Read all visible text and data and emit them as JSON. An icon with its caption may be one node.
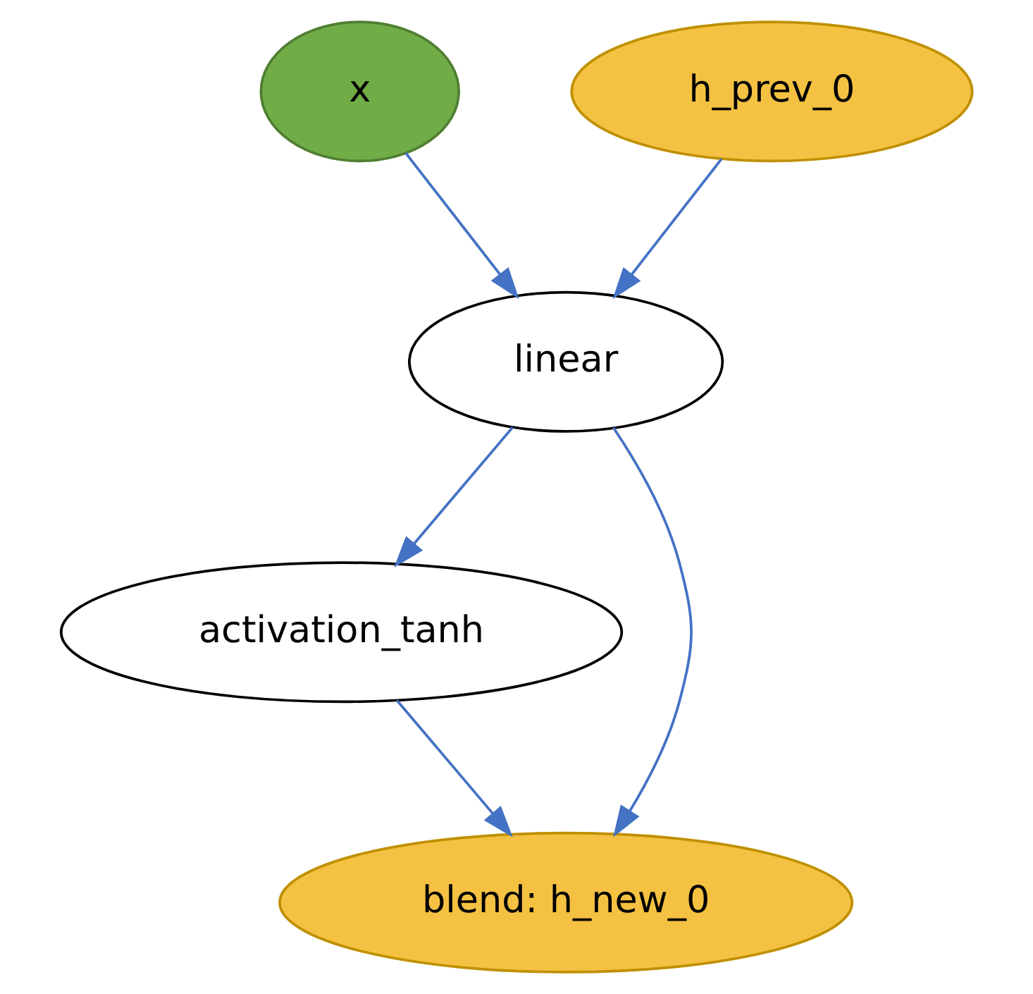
{
  "diagram": {
    "nodes": [
      {
        "text": [
          "x"
        ]
      },
      {
        "text": [
          "h_prev_0"
        ]
      },
      {
        "text": [
          "linear"
        ]
      },
      {
        "text": [
          "activation_tanh"
        ]
      },
      {
        "text": [
          "blend: h_new_0"
        ]
      }
    ],
    "edges": [
      {
        "from": 0,
        "to": 2,
        "arrow": "to"
      },
      {
        "from": 1,
        "to": 2,
        "arrow": "to"
      },
      {
        "from": 2,
        "to": 3,
        "arrow": "to"
      },
      {
        "from": 2,
        "to": 4,
        "arrow": "to"
      },
      {
        "from": 3,
        "to": 4,
        "arrow": "to"
      }
    ]
  }
}
